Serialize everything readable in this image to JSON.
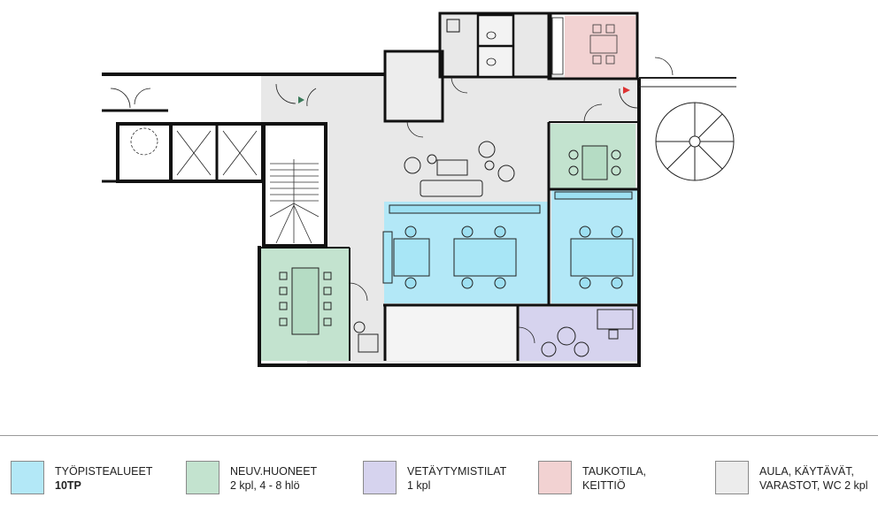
{
  "colors": {
    "workspace": "#b3e8f7",
    "meeting": "#c3e3cf",
    "retreat": "#d6d3ee",
    "break": "#f2d2d2",
    "common": "#e8e8e8",
    "wall": "#111111"
  },
  "legend": [
    {
      "key": "workspace",
      "line1": "TYÖPISTEALUEET",
      "line2": "10TP",
      "color": "#b3e8f7"
    },
    {
      "key": "meeting",
      "line1": "NEUV.HUONEET",
      "line2": "2 kpl, 4 - 8 hlö",
      "color": "#c3e3cf"
    },
    {
      "key": "retreat",
      "line1": "VETÄYTYMISTILAT",
      "line2": "1 kpl",
      "color": "#d6d3ee"
    },
    {
      "key": "break",
      "line1": "TAUKOTILA,",
      "line2": "KEITTIÖ",
      "color": "#f2d2d2"
    },
    {
      "key": "common",
      "line1": "AULA, KÄYTÄVÄT,",
      "line2": "VARASTOT, WC 2 kpl",
      "color": "#ececec"
    }
  ]
}
